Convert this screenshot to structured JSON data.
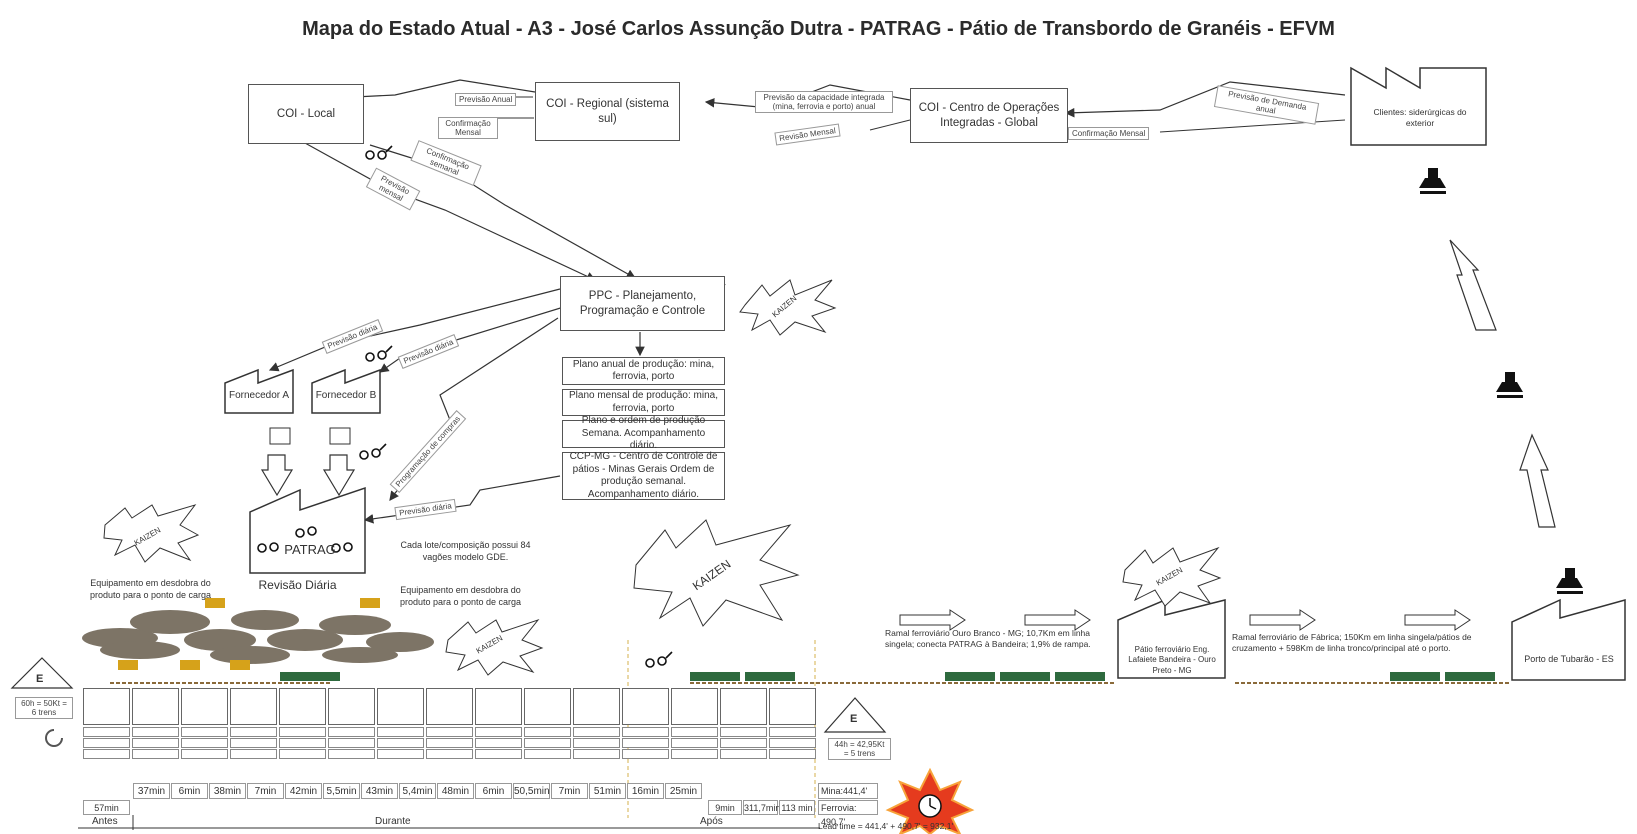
{
  "title": "Mapa do Estado Atual - A3 - José Carlos Assunção Dutra  - PATRAG - Pátio de Transbordo de Granéis  - EFVM",
  "boxes": {
    "coi_local": "COI - Local",
    "coi_regional": "COI - Regional (sistema sul)",
    "coi_global": "COI - Centro de Operações Integradas - Global",
    "clientes": "Clientes: siderúrgicas do exterior",
    "ppc": "PPC - Planejamento, Programação e Controle",
    "plano_anual": "Plano anual de produção: mina, ferrovia, porto",
    "plano_mensal": "Plano mensal de produção: mina, ferrovia, porto",
    "plano_semana": "Plano e ordem de produção Semana. Acompanhamento diário.",
    "ccp": "CCP-MG - Centro de Controle de pátios - Minas Gerais Ordem de produção semanal. Acompanhamento diário.",
    "fornecedor_a": "Fornecedor A",
    "fornecedor_b": "Fornecedor B",
    "patrag": "PATRAG",
    "lafaiete": "Pátio ferroviário Eng. Lafaiete Bandeira - Ouro Preto - MG",
    "porto": "Porto de Tubarão - ES"
  },
  "labels": {
    "previsao_anual": "Previsão Anual",
    "confirmacao_mensal_1": "Confirmação Mensal",
    "previsao_capacidade": "Previsão da capacidade integrada (mina, ferrovia e porto) anual",
    "revisao_mensal": "Revisão Mensal",
    "previsao_demanda": "Previsão de Demanda anual",
    "confirmacao_mensal_2": "Confirmação Mensal",
    "confirmacao_semanal": "Confirmação semanal",
    "previsao_mensal": "Previsão mensal",
    "previsao_diaria_1": "Previsão diária",
    "previsao_diaria_2": "Previsão diária",
    "programacao_compras": "Programação de compras",
    "previsao_diaria_3": "Previsão diária"
  },
  "notes": {
    "lote": "Cada lote/composição possui 84 vagões modelo GDE.",
    "equip_1": "Equipamento em desdobra do produto para o ponto de carga",
    "equip_2": "Equipamento em desdobra do produto para o ponto de carga",
    "revisao_diaria": "Revisão Diária",
    "ramal_1": "Ramal ferroviário Ouro Branco - MG; 10,7Km em linha singela; conecta PATRAG à Bandeira; 1,9%  de rampa.",
    "ramal_2": "Ramal ferroviário de Fábrica; 150Km em linha singela/pátios de cruzamento + 598Km de linha tronco/principal até o porto.",
    "kaizen": "KAIZEN"
  },
  "inventory": {
    "left": {
      "letter": "E",
      "text": "60h = 50Kt = 6 trens"
    },
    "right": {
      "letter": "E",
      "text": "44h = 42,95Kt = 5 trens"
    }
  },
  "times_top": [
    "37min",
    "6min",
    "38min",
    "7min",
    "42min",
    "5,5min",
    "43min",
    "5,4min",
    "48min",
    "6min",
    "50,5min",
    "7min",
    "51min",
    "16min",
    "25min"
  ],
  "times_bottom": [
    "57min",
    "9min",
    "311,7min",
    "113 min"
  ],
  "summary": {
    "mina": "Mina:441,4'",
    "ferrovia": "Ferrovia: 490,7'",
    "lead_time": "Lead time = 441,4' + 490,7' = 932,1'"
  },
  "phases": {
    "antes": "Antes",
    "durante": "Durante",
    "apos": "Após"
  }
}
